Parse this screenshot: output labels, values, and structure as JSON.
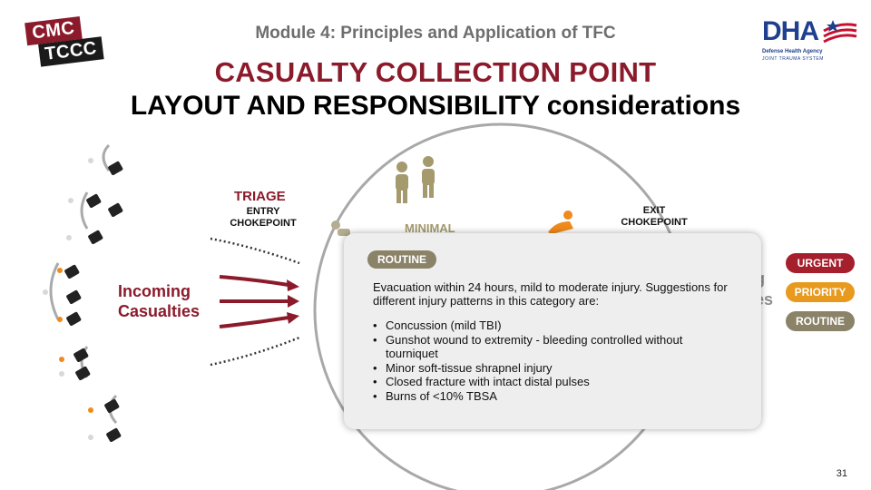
{
  "header": {
    "logo_left": [
      "CMC",
      "TCCC"
    ],
    "module": "Module 4: Principles and Application of TFC",
    "title_line1": "CASUALTY COLLECTION POINT",
    "title_line2": "LAYOUT AND RESPONSIBILITY considerations",
    "logo_right": {
      "letters": "DHA",
      "line1": "Defense Health Agency",
      "line2": "JOINT TRAUMA SYSTEM"
    }
  },
  "diagram": {
    "triage": "TRIAGE",
    "entry": [
      "ENTRY",
      "CHOKEPOINT"
    ],
    "exit": [
      "EXIT",
      "CHOKEPOINT"
    ],
    "incoming": [
      "Incoming",
      "Casualties"
    ],
    "minimal": "MINIMAL",
    "partial_right": [
      "g",
      "es"
    ],
    "badges": [
      "URGENT",
      "PRIORITY",
      "ROUTINE"
    ],
    "colors": {
      "maroon": "#8b1a2b",
      "urgent": "#a61f2d",
      "priority": "#e89a1f",
      "routine": "#8a8368",
      "minimal": "#a59a6e",
      "circle": "#a8a8a8"
    }
  },
  "popup": {
    "tag": "ROUTINE",
    "desc": "Evacuation within 24 hours, mild to moderate injury. Suggestions for different injury patterns in this category are:",
    "items": [
      "Concussion (mild TBI)",
      "Gunshot wound to extremity - bleeding controlled without tourniquet",
      "Minor soft-tissue shrapnel injury",
      "Closed fracture with intact distal pulses",
      "Burns of <10% TBSA"
    ]
  },
  "page_number": "31"
}
